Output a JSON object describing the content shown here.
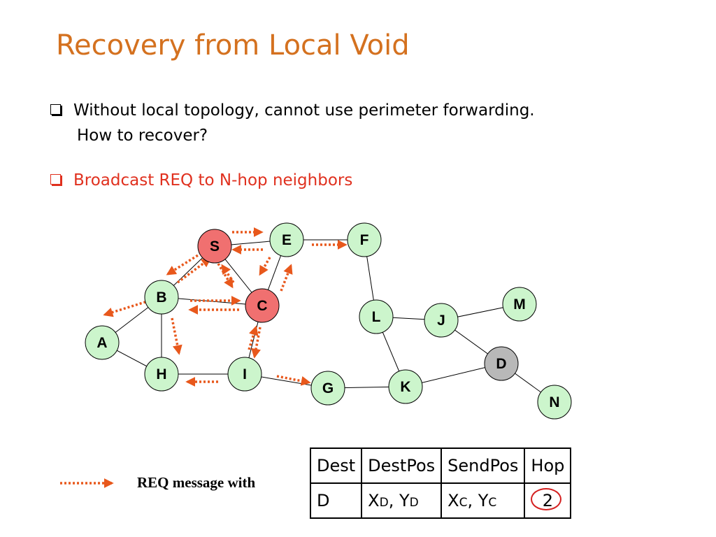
{
  "title": "Recovery from Local Void",
  "bullets": [
    {
      "line1": "Without local topology, cannot use perimeter forwarding.",
      "line2": "How to recover?"
    },
    {
      "line1": "Broadcast REQ to N-hop neighbors"
    }
  ],
  "nodes": [
    {
      "id": "S",
      "fill": "#f07070"
    },
    {
      "id": "E",
      "fill": "#ccf5cc"
    },
    {
      "id": "F",
      "fill": "#ccf5cc"
    },
    {
      "id": "B",
      "fill": "#ccf5cc"
    },
    {
      "id": "C",
      "fill": "#f07070"
    },
    {
      "id": "L",
      "fill": "#ccf5cc"
    },
    {
      "id": "J",
      "fill": "#ccf5cc"
    },
    {
      "id": "M",
      "fill": "#ccf5cc"
    },
    {
      "id": "A",
      "fill": "#ccf5cc"
    },
    {
      "id": "D",
      "fill": "#b8b8b8"
    },
    {
      "id": "H",
      "fill": "#ccf5cc"
    },
    {
      "id": "I",
      "fill": "#ccf5cc"
    },
    {
      "id": "G",
      "fill": "#ccf5cc"
    },
    {
      "id": "K",
      "fill": "#ccf5cc"
    },
    {
      "id": "N",
      "fill": "#ccf5cc"
    }
  ],
  "colors": {
    "title": "#d4711f",
    "req_bullet": "#e0301e",
    "arrow": "#e8581c",
    "circle": "#d42020"
  },
  "legend": {
    "text": "REQ message with"
  },
  "table": {
    "headers": [
      "Dest",
      "DestPos",
      "SendPos",
      "Hop"
    ],
    "row": {
      "dest": "D",
      "destpos_x": "X",
      "destpos_x_sub": "D",
      "destpos_sep": ", ",
      "destpos_y": "Y",
      "destpos_y_sub": "D",
      "sendpos_x": "X",
      "sendpos_x_sub": "C",
      "sendpos_sep": ", ",
      "sendpos_y": "Y",
      "sendpos_y_sub": "C",
      "hop": "2"
    }
  }
}
